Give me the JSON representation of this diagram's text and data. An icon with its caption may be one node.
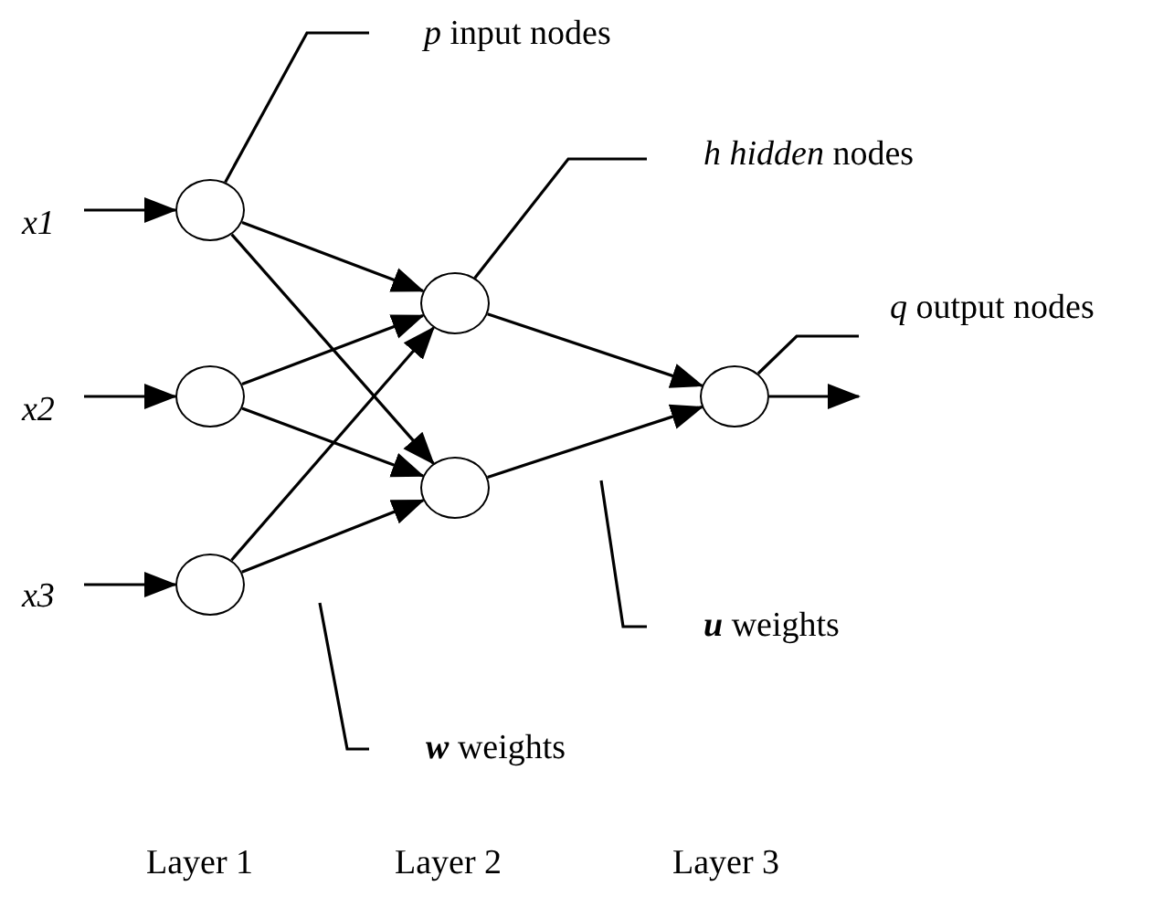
{
  "diagram": {
    "nodes": [
      {
        "text": [
          "*p* input nodes"
        ]
      },
      {
        "text": [
          "x1"
        ]
      },
      {
        "text": [],
        "shape": "circle"
      },
      {
        "text": [
          "*h hidden* nodes"
        ]
      },
      {
        "text": [],
        "shape": "circle"
      },
      {
        "text": [
          "*q* output nodes"
        ]
      },
      {
        "text": [],
        "shape": "circle"
      },
      {
        "text": [
          "x2"
        ]
      },
      {
        "text": [],
        "shape": "circle"
      },
      {
        "text": [],
        "shape": "circle"
      },
      {
        "text": [
          "x3"
        ]
      },
      {
        "text": [],
        "shape": "circle"
      },
      {
        "text": [
          "**u** weights"
        ]
      },
      {
        "text": [
          "**w** weights"
        ]
      }
    ],
    "edges": [
      {
        "from": 1,
        "to": 2,
        "arrow": "to"
      },
      {
        "from": 7,
        "to": 8,
        "arrow": "to"
      },
      {
        "from": 10,
        "to": 11,
        "arrow": "to"
      },
      {
        "from": 2,
        "to": 4,
        "arrow": "to"
      },
      {
        "from": 2,
        "to": 9,
        "arrow": "to"
      },
      {
        "from": 8,
        "to": 4,
        "arrow": "to"
      },
      {
        "from": 8,
        "to": 9,
        "arrow": "to"
      },
      {
        "from": 11,
        "to": 4,
        "arrow": "to"
      },
      {
        "from": 11,
        "to": 9,
        "arrow": "to"
      },
      {
        "from": 4,
        "to": 6,
        "arrow": "to"
      },
      {
        "from": 9,
        "to": 6,
        "arrow": "to"
      },
      {
        "from": 6,
        "to": null,
        "arrow": "to"
      },
      {
        "from": 0,
        "to": 2,
        "arrow": "none"
      },
      {
        "from": 3,
        "to": 4,
        "arrow": "none"
      },
      {
        "from": 5,
        "to": 6,
        "arrow": "none"
      },
      {
        "from": 12,
        "to": null,
        "arrow": "none"
      },
      {
        "from": 13,
        "to": null,
        "arrow": "none"
      }
    ],
    "labels": [
      "Layer 1",
      "Layer 2",
      "Layer 3"
    ]
  }
}
